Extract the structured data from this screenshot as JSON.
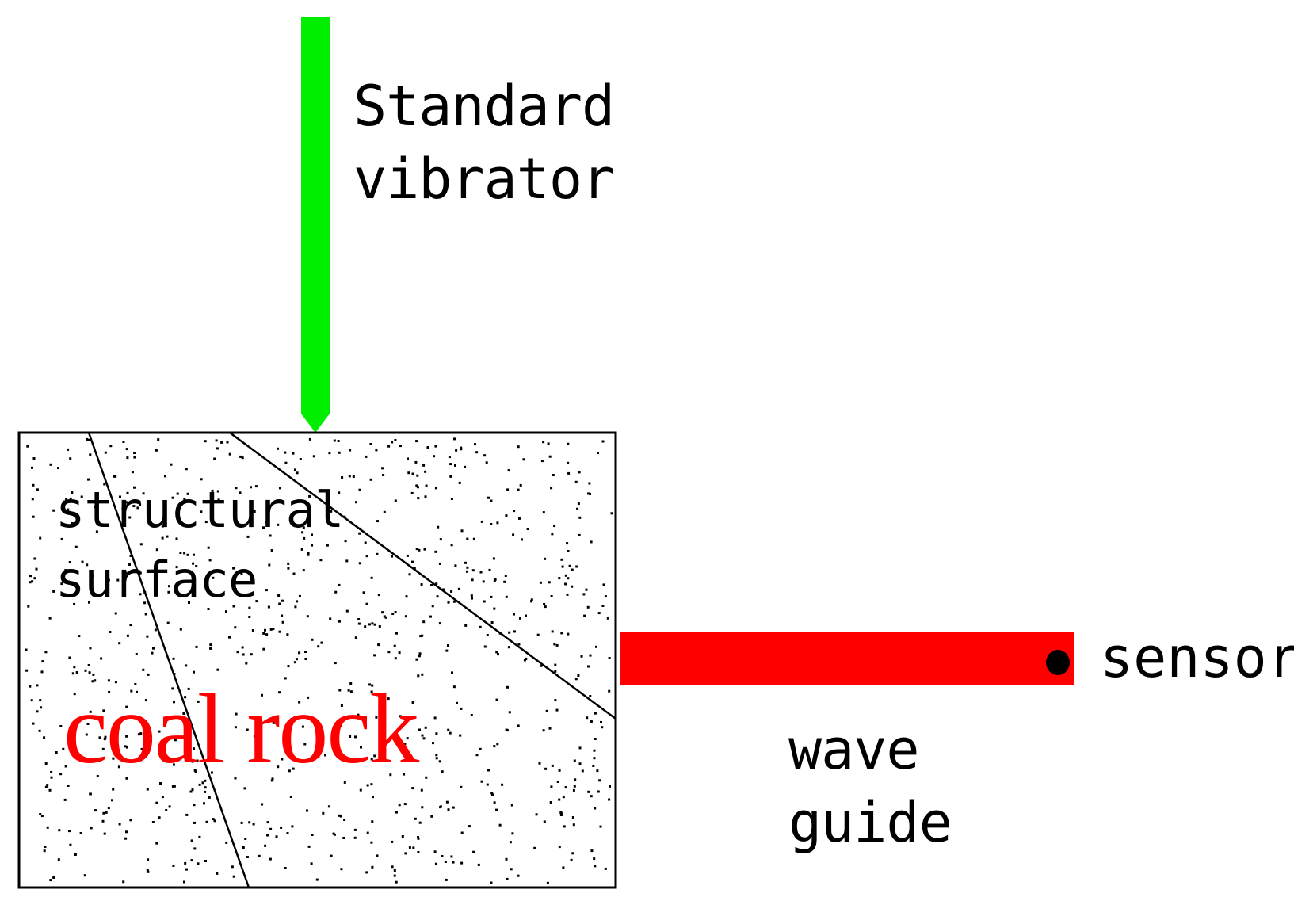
{
  "labels": {
    "vibrator_line1": "Standard",
    "vibrator_line2": "vibrator",
    "structural_line1": "structural",
    "structural_line2": "surface",
    "coal_rock": "coal rock",
    "sensor": "sensor",
    "waveguide_line1": "wave",
    "waveguide_line2": "guide"
  },
  "colors": {
    "vibrator": "#00ee00",
    "waveguide": "#ff0000",
    "coal_rock_text": "#ff0000",
    "outline": "#000000",
    "sensor_dot": "#000000"
  }
}
